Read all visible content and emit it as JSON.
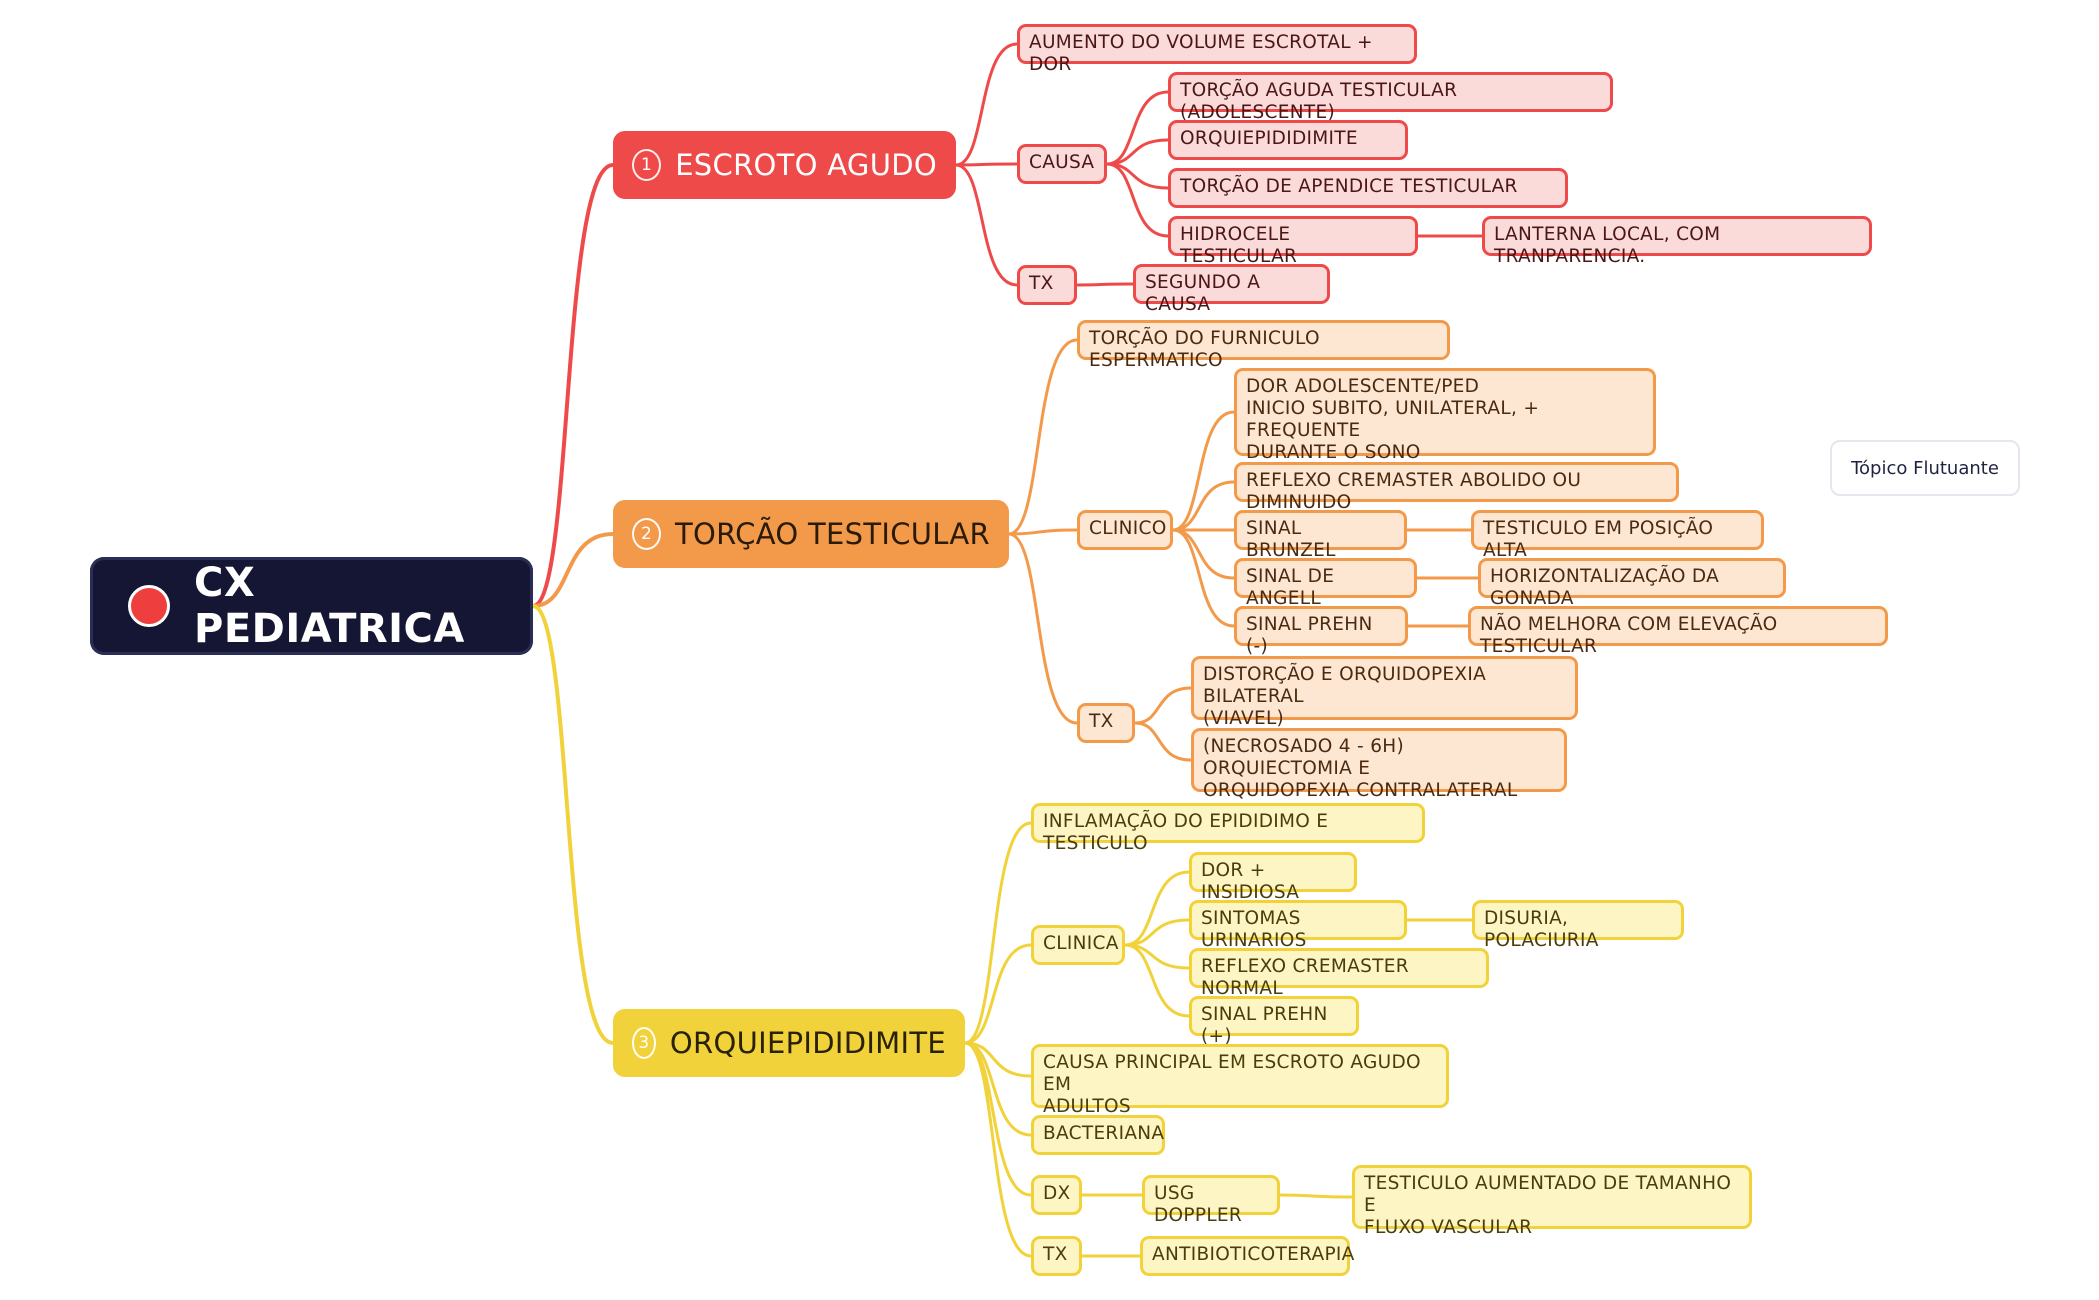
{
  "root": {
    "label": "CX PEDIATRICA",
    "color": "#141633",
    "marker_color": "#ee3e3e"
  },
  "floating_topic": "Tópico Flutuante",
  "branches": [
    {
      "number": "1",
      "label": "ESCROTO AGUDO",
      "color": "#ee4a4a",
      "children": [
        {
          "label": "AUMENTO DO VOLUME ESCROTAL + DOR"
        },
        {
          "label": "CAUSA",
          "children": [
            {
              "label": "TORÇÃO AGUDA TESTICULAR (ADOLESCENTE)"
            },
            {
              "label": "ORQUIEPIDIDIMITE"
            },
            {
              "label": "TORÇÃO DE APENDICE TESTICULAR"
            },
            {
              "label": "HIDROCELE TESTICULAR",
              "children": [
                {
                  "label": "LANTERNA LOCAL, COM TRANPARENCIA."
                }
              ]
            }
          ]
        },
        {
          "label": "TX",
          "children": [
            {
              "label": "SEGUNDO A CAUSA"
            }
          ]
        }
      ]
    },
    {
      "number": "2",
      "label": "TORÇÃO TESTICULAR",
      "color": "#f39a4a",
      "children": [
        {
          "label": "TORÇÃO DO FURNICULO ESPERMATICO"
        },
        {
          "label": "CLINICO",
          "children": [
            {
              "label": "DOR ADOLESCENTE/PED\nINICIO SUBITO, UNILATERAL, + FREQUENTE\nDURANTE O SONO"
            },
            {
              "label": "REFLEXO CREMASTER ABOLIDO OU DIMINUIDO"
            },
            {
              "label": "SINAL BRUNZEL",
              "children": [
                {
                  "label": "TESTICULO EM POSIÇÃO ALTA"
                }
              ]
            },
            {
              "label": "SINAL DE ANGELL",
              "children": [
                {
                  "label": "HORIZONTALIZAÇÃO DA GONADA"
                }
              ]
            },
            {
              "label": "SINAL PREHN (-)",
              "children": [
                {
                  "label": "NÃO MELHORA COM ELEVAÇÃO TESTICULAR"
                }
              ]
            }
          ]
        },
        {
          "label": "TX",
          "children": [
            {
              "label": "DISTORÇÃO E ORQUIDOPEXIA BILATERAL\n(VIAVEL)"
            },
            {
              "label": "(NECROSADO 4 - 6H) ORQUIECTOMIA E\nORQUIDOPEXIA CONTRALATERAL"
            }
          ]
        }
      ]
    },
    {
      "number": "3",
      "label": "ORQUIEPIDIDIMITE",
      "color": "#f1d23a",
      "children": [
        {
          "label": "INFLAMAÇÃO DO EPIDIDIMO E TESTICULO"
        },
        {
          "label": "CLINICA",
          "children": [
            {
              "label": "DOR + INSIDIOSA"
            },
            {
              "label": "SINTOMAS URINARIOS",
              "children": [
                {
                  "label": "DISURIA, POLACIURIA"
                }
              ]
            },
            {
              "label": "REFLEXO CREMASTER NORMAL"
            },
            {
              "label": "SINAL PREHN (+)"
            }
          ]
        },
        {
          "label": "CAUSA PRINCIPAL EM ESCROTO AGUDO EM\nADULTOS"
        },
        {
          "label": "BACTERIANA"
        },
        {
          "label": "DX",
          "children": [
            {
              "label": "USG DOPPLER",
              "children": [
                {
                  "label": "TESTICULO AUMENTADO DE TAMANHO E\nFLUXO VASCULAR"
                }
              ]
            }
          ]
        },
        {
          "label": "TX",
          "children": [
            {
              "label": "ANTIBIOTICOTERAPIA"
            }
          ]
        }
      ]
    }
  ]
}
